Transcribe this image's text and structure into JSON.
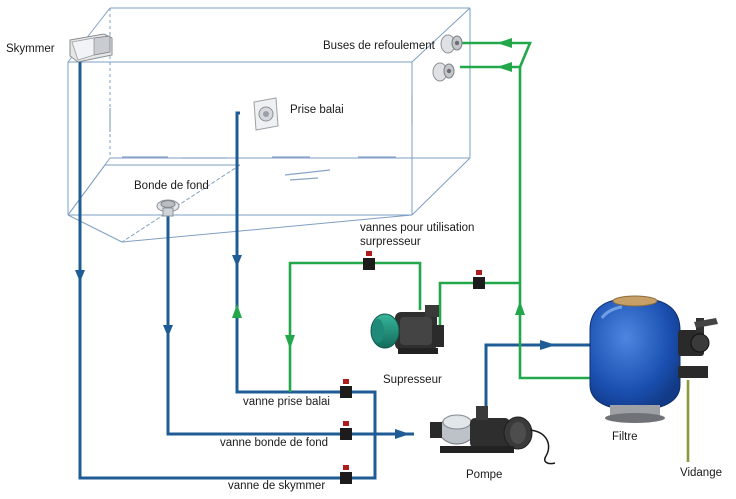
{
  "labels": {
    "skymmer": "Skymmer",
    "buses": "Buses de refoulement",
    "prise_balai": "Prise balai",
    "bonde_fond": "Bonde de fond",
    "vannes_line1": "vannes pour utilisation",
    "vannes_line2": "surpresseur",
    "supresseur": "Supresseur",
    "vanne_prise_balai": "vanne prise balai",
    "vanne_bonde_fond": "vanne bonde de fond",
    "vanne_skymmer": "vanne de skymmer",
    "pompe": "Pompe",
    "filtre": "Filtre",
    "vidange": "Vidange"
  },
  "colors": {
    "suction_pipe": "#1f5c96",
    "return_pipe": "#22a84a",
    "drain_pipe": "#8a9a3a",
    "pool_outline": "#7f9fc4",
    "filter_tank": "#1a4fb0",
    "valve_handle": "#b01c1c",
    "pump_body": "#1f8a78"
  },
  "icons": {
    "skimmer": "skimmer-icon",
    "nozzle": "return-nozzle-icon",
    "vacuum_inlet": "vacuum-inlet-icon",
    "main_drain": "main-drain-icon",
    "valve": "valve-icon",
    "booster_pump": "booster-pump-icon",
    "pump": "pump-icon",
    "filter": "sand-filter-icon",
    "multiport": "multiport-valve-icon"
  }
}
